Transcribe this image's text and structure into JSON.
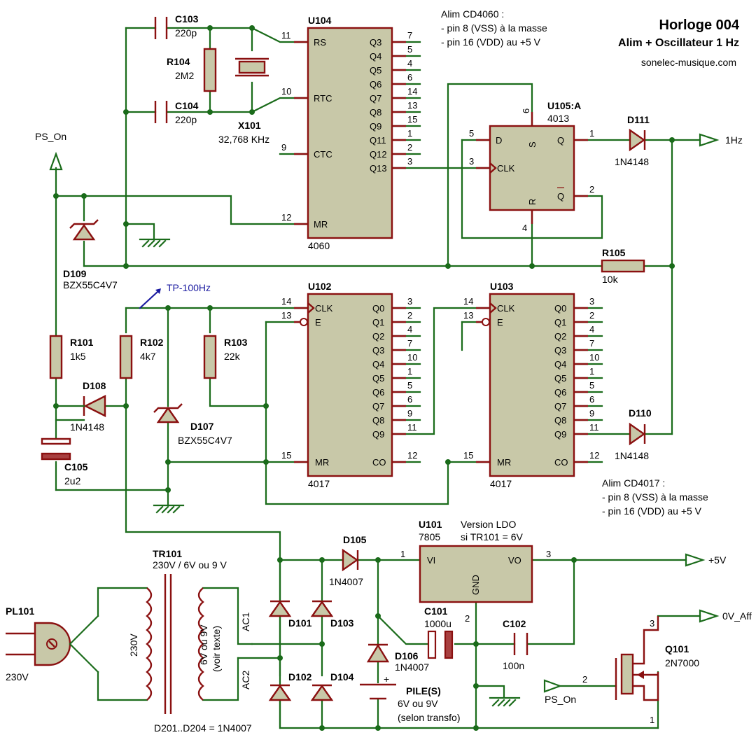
{
  "title": {
    "main": "Horloge 004",
    "sub": "Alim + Oscillateur 1 Hz",
    "site": "sonelec-musique.com"
  },
  "notes": {
    "cd4060": [
      "Alim CD4060 :",
      "- pin 8 (VSS) à la masse",
      "- pin 16 (VDD) au +5 V"
    ],
    "cd4017": [
      "Alim CD4017 :",
      "- pin 8 (VSS) à la masse",
      "- pin 16 (VDD) au +5 V"
    ],
    "ldo": [
      "Version LDO",
      "si TR101 = 6V"
    ],
    "diodes": "D201..D204 = 1N4007"
  },
  "ports": {
    "ps_on_top": "PS_On",
    "out_1hz": "1Hz",
    "out_5v": "+5V",
    "out_0v_aff": "0V_Aff",
    "ps_on_bottom": "PS_On",
    "tp": "TP-100Hz"
  },
  "components": {
    "C103": {
      "ref": "C103",
      "value": "220p"
    },
    "C104": {
      "ref": "C104",
      "value": "220p"
    },
    "R104": {
      "ref": "R104",
      "value": "2M2"
    },
    "X101": {
      "ref": "X101",
      "value": "32,768 KHz"
    },
    "U104": {
      "ref": "U104",
      "type": "4060"
    },
    "U105": {
      "ref": "U105:A",
      "type": "4013"
    },
    "D111": {
      "ref": "D111",
      "value": "1N4148"
    },
    "D109": {
      "ref": "D109",
      "value": "BZX55C4V7"
    },
    "R105": {
      "ref": "R105",
      "value": "10k"
    },
    "U102": {
      "ref": "U102",
      "type": "4017"
    },
    "U103": {
      "ref": "U103",
      "type": "4017"
    },
    "R101": {
      "ref": "R101",
      "value": "1k5"
    },
    "R102": {
      "ref": "R102",
      "value": "4k7"
    },
    "R103": {
      "ref": "R103",
      "value": "22k"
    },
    "D108": {
      "ref": "D108",
      "value": "1N4148"
    },
    "D107": {
      "ref": "D107",
      "value": "BZX55C4V7"
    },
    "C105": {
      "ref": "C105",
      "value": "2u2"
    },
    "D110": {
      "ref": "D110",
      "value": "1N4148"
    },
    "TR101": {
      "ref": "TR101",
      "value": "230V / 6V ou 9 V",
      "primary": "230V",
      "secondary": "6V ou 9V",
      "secondary_note": "(voir texte)",
      "ac1": "AC1",
      "ac2": "AC2"
    },
    "PL101": {
      "ref": "PL101",
      "value": "230V"
    },
    "D101": {
      "ref": "D101"
    },
    "D102": {
      "ref": "D102"
    },
    "D103": {
      "ref": "D103"
    },
    "D104": {
      "ref": "D104"
    },
    "D105": {
      "ref": "D105",
      "value": "1N4007"
    },
    "D106": {
      "ref": "D106",
      "value": "1N4007"
    },
    "U101": {
      "ref": "U101",
      "type": "7805",
      "pin_vi": "VI",
      "pin_vo": "VO",
      "pin_gnd": "GND"
    },
    "C101": {
      "ref": "C101",
      "value": "1000u"
    },
    "C102": {
      "ref": "C102",
      "value": "100n"
    },
    "PILE": {
      "ref": "PILE(S)",
      "value": "6V ou 9V",
      "note": "(selon transfo)",
      "plus": "+"
    },
    "Q101": {
      "ref": "Q101",
      "value": "2N7000"
    }
  },
  "pins": {
    "u104_left": [
      {
        "num": "11",
        "name": "RS"
      },
      {
        "num": "10",
        "name": "RTC"
      },
      {
        "num": "9",
        "name": "CTC"
      },
      {
        "num": "12",
        "name": "MR"
      }
    ],
    "u104_right": [
      {
        "num": "7",
        "name": "Q3"
      },
      {
        "num": "5",
        "name": "Q4"
      },
      {
        "num": "4",
        "name": "Q5"
      },
      {
        "num": "6",
        "name": "Q6"
      },
      {
        "num": "14",
        "name": "Q7"
      },
      {
        "num": "13",
        "name": "Q8"
      },
      {
        "num": "15",
        "name": "Q9"
      },
      {
        "num": "1",
        "name": "Q11"
      },
      {
        "num": "2",
        "name": "Q12"
      },
      {
        "num": "3",
        "name": "Q13"
      }
    ],
    "u105": {
      "d_num": "5",
      "d": "D",
      "s_num": "6",
      "s": "S",
      "q_num": "1",
      "q": "Q",
      "clk_num": "3",
      "clk": "CLK",
      "r_num": "4",
      "r": "R",
      "qn_num": "2",
      "qn": "Q"
    },
    "u4017_left": [
      {
        "num": "14",
        "name": "CLK"
      },
      {
        "num": "13",
        "name": "E"
      },
      {
        "num": "15",
        "name": "MR"
      }
    ],
    "u4017_right": [
      {
        "num": "3",
        "name": "Q0"
      },
      {
        "num": "2",
        "name": "Q1"
      },
      {
        "num": "4",
        "name": "Q2"
      },
      {
        "num": "7",
        "name": "Q3"
      },
      {
        "num": "10",
        "name": "Q4"
      },
      {
        "num": "1",
        "name": "Q5"
      },
      {
        "num": "5",
        "name": "Q6"
      },
      {
        "num": "6",
        "name": "Q7"
      },
      {
        "num": "9",
        "name": "Q8"
      },
      {
        "num": "11",
        "name": "Q9"
      },
      {
        "num": "12",
        "name": "CO"
      }
    ],
    "u101": {
      "in": "1",
      "out": "3",
      "gnd": "2"
    },
    "q101": {
      "gate": "2",
      "drain": "3",
      "source": "1"
    }
  }
}
